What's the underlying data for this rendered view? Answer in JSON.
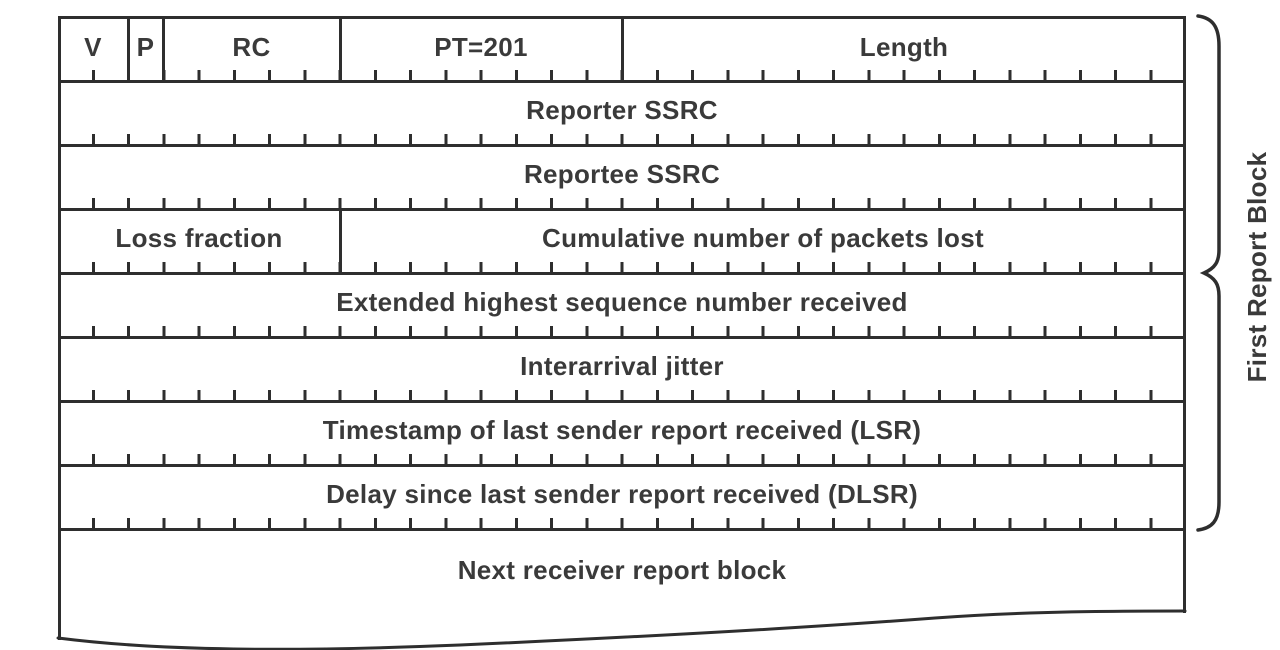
{
  "colors": {
    "line": "#2e2e2e",
    "text": "#3a3a3a",
    "background": "#ffffff"
  },
  "packet": {
    "header": {
      "version": "V",
      "padding": "P",
      "report_count": "RC",
      "payload_type": "PT=201",
      "length": "Length"
    },
    "rows": {
      "reporter_ssrc": "Reporter SSRC",
      "reportee_ssrc": "Reportee SSRC",
      "loss_fraction": "Loss fraction",
      "cumulative_packets_lost": "Cumulative number of packets lost",
      "extended_highest_seq": "Extended highest sequence number received",
      "interarrival_jitter": "Interarrival jitter",
      "lsr": "Timestamp of last sender report received (LSR)",
      "dlsr": "Delay since last sender report received (DLSR)",
      "next_report_block": "Next receiver report block"
    },
    "annotation": "First Report Block"
  }
}
